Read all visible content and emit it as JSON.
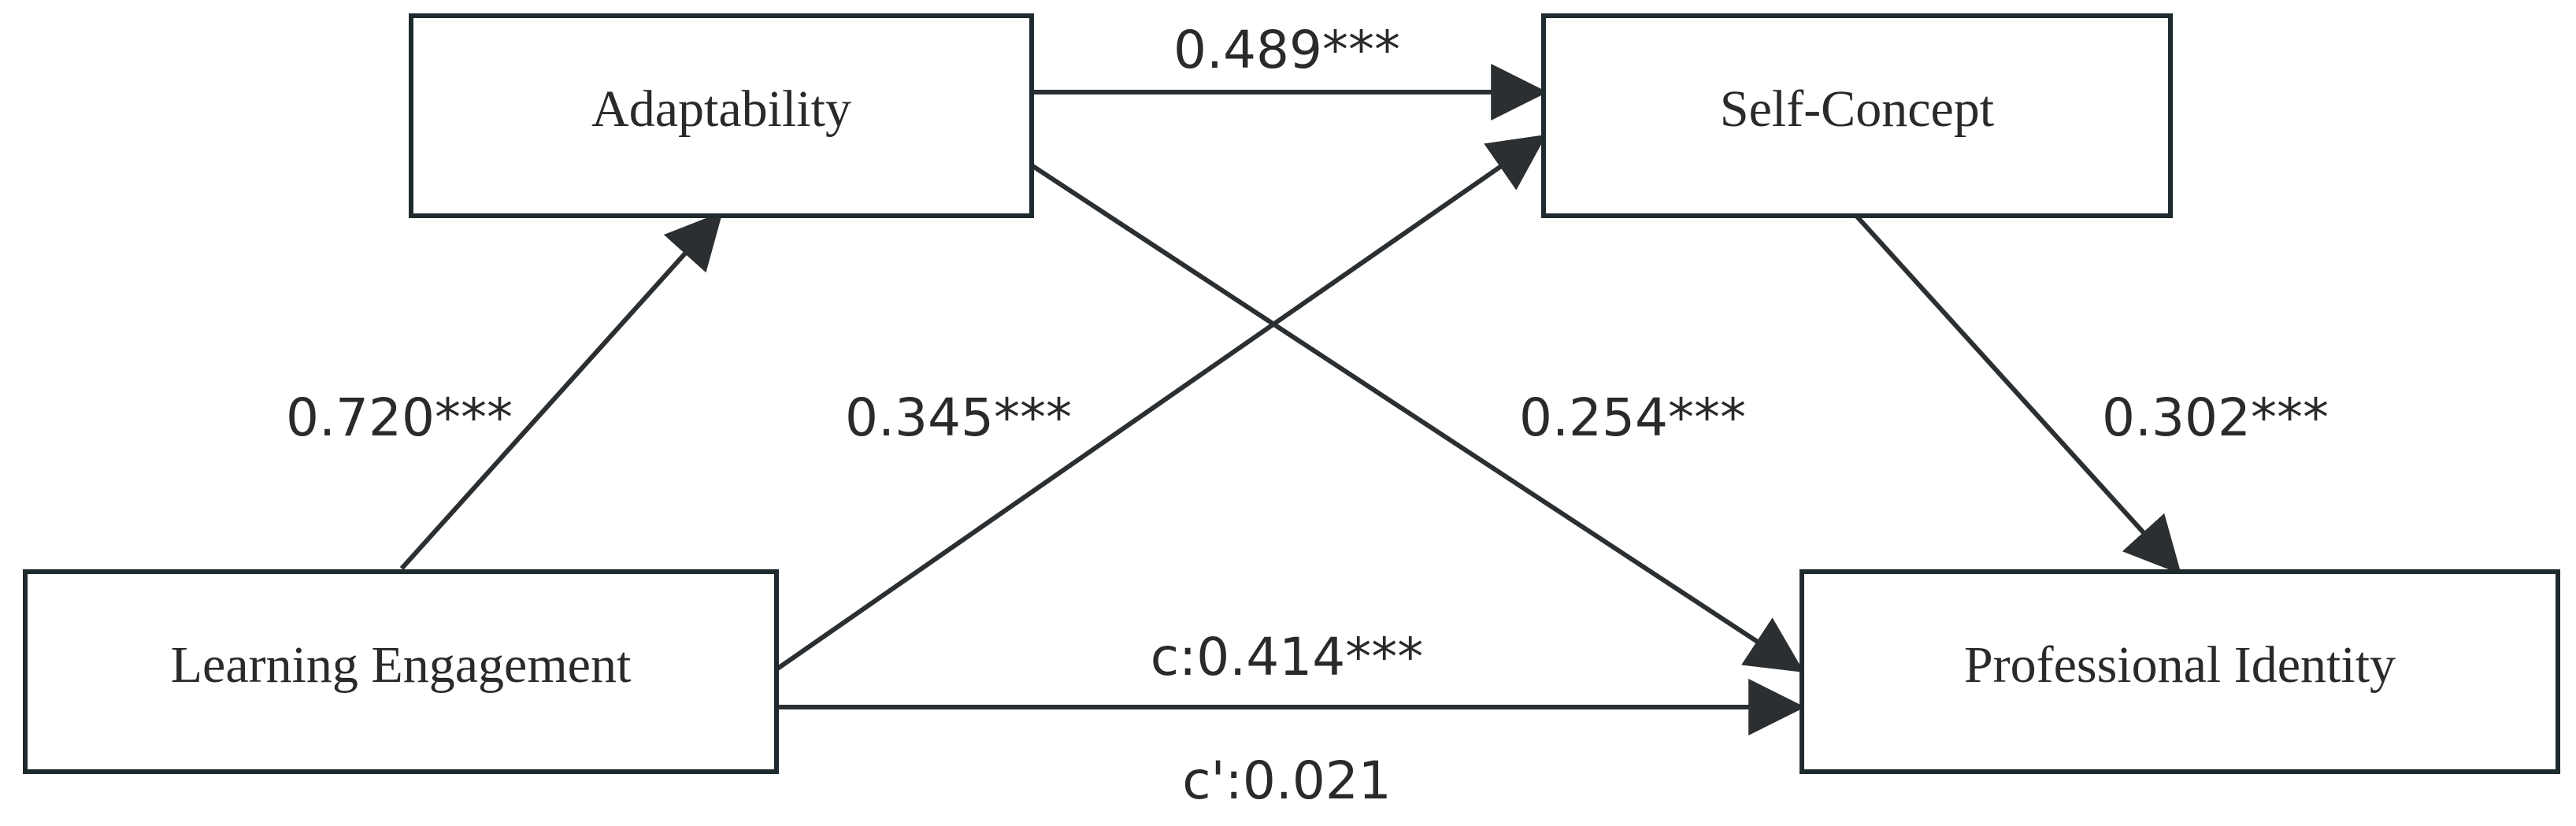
{
  "diagram": {
    "nodes": {
      "adaptability": "Adaptability",
      "self_concept": "Self-Concept",
      "learning_engagement": "Learning Engagement",
      "professional_identity": "Professional Identity"
    },
    "edges": {
      "le_to_adaptability": "0.720***",
      "adaptability_to_self_concept": "0.489***",
      "le_to_self_concept": "0.345***",
      "adaptability_to_professional_identity": "0.254***",
      "self_concept_to_professional_identity": "0.302***",
      "le_to_professional_identity_total": "c:0.414***",
      "le_to_professional_identity_direct": "c':0.021"
    },
    "colors": {
      "stroke": "#1f2a2e",
      "text": "#2a2a2a"
    }
  }
}
